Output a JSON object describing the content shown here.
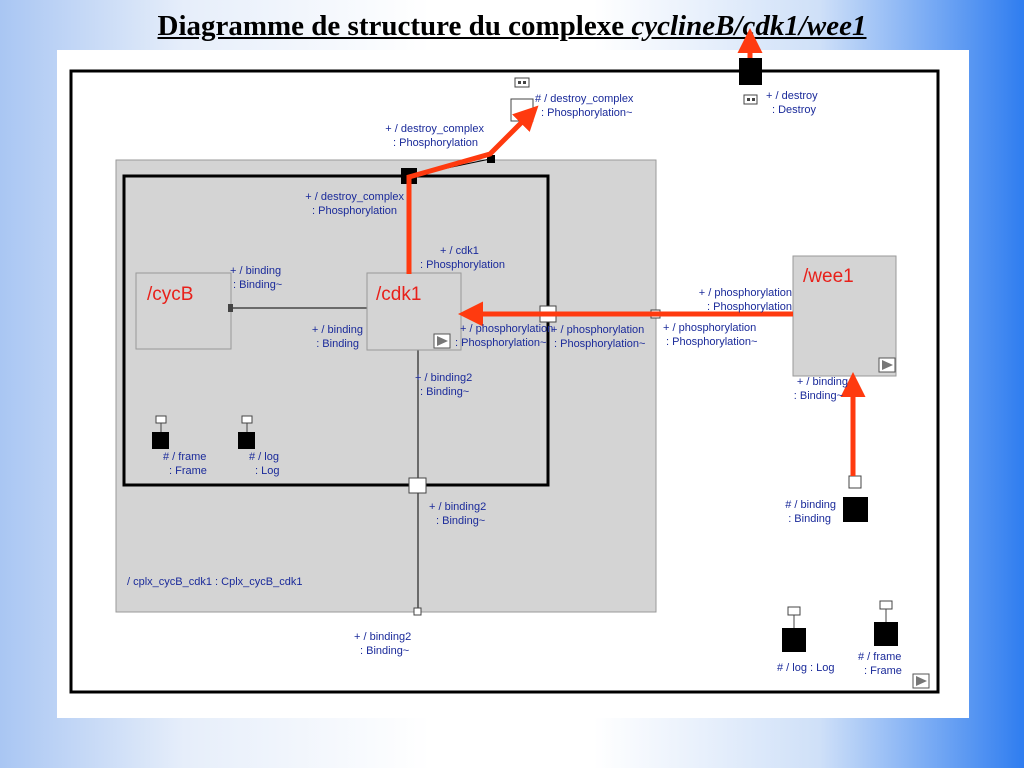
{
  "title": {
    "main": "Diagramme de structure du complexe ",
    "italic": "cyclineB/cdk1/wee1"
  },
  "colors": {
    "arrow": "#ff3a0f",
    "label": "#1a2a9a",
    "part": "#e8201a",
    "panel": "#d4d4d4"
  },
  "diagram": {
    "top_port": {
      "l1": "# / destroy_complex",
      "l2": ": Phosphorylation~"
    },
    "destroy_port": {
      "l1": "+ / destroy",
      "l2": ": Destroy"
    },
    "outer_destroy_lbl": {
      "l1": "+ / destroy_complex",
      "l2": ": Phosphorylation"
    },
    "inner_destroy_lbl": {
      "l1": "+ / destroy_complex",
      "l2": ": Phosphorylation"
    },
    "cdk1_lbl": {
      "l1": "+ / cdk1",
      "l2": ": Phosphorylation"
    },
    "cycb_binding": {
      "l1": "+ / binding",
      "l2": ": Binding~"
    },
    "cdk1_binding": {
      "l1": "+ / binding",
      "l2": ": Binding"
    },
    "cdk1_phos": {
      "l1": "+ / phosphorylation",
      "l2": ": Phosphorylation~"
    },
    "inner_edge_phos": {
      "l1": "+ / phosphorylation",
      "l2": ": Phosphorylation~"
    },
    "outer_phos": {
      "l1": "+ / phosphorylation",
      "l2": ": Phosphorylation~"
    },
    "wee1_phos": {
      "l1": "+ / phosphorylation",
      "l2": ": Phosphorylation"
    },
    "binding2_a": {
      "l1": "+ / binding2",
      "l2": ": Binding~"
    },
    "binding2_b": {
      "l1": "+ / binding2",
      "l2": ": Binding~"
    },
    "binding2_c": {
      "l1": "+ / binding2",
      "l2": ": Binding~"
    },
    "wee1_binding": {
      "l1": "+ / binding",
      "l2": ": Binding~"
    },
    "ext_binding": {
      "l1": "# / binding",
      "l2": ": Binding"
    },
    "inner_frame": {
      "l1": "# / frame",
      "l2": ": Frame"
    },
    "inner_log": {
      "l1": "# / log",
      "l2": ": Log"
    },
    "outer_log": {
      "l1": "# / log : Log"
    },
    "outer_frame": {
      "l1": "# / frame",
      "l2": ": Frame"
    },
    "cplx_label": "/ cplx_cycB_cdk1 : Cplx_cycB_cdk1",
    "parts": {
      "cycb": "/cycB",
      "cdk1": "/cdk1",
      "wee1": "/wee1"
    }
  }
}
